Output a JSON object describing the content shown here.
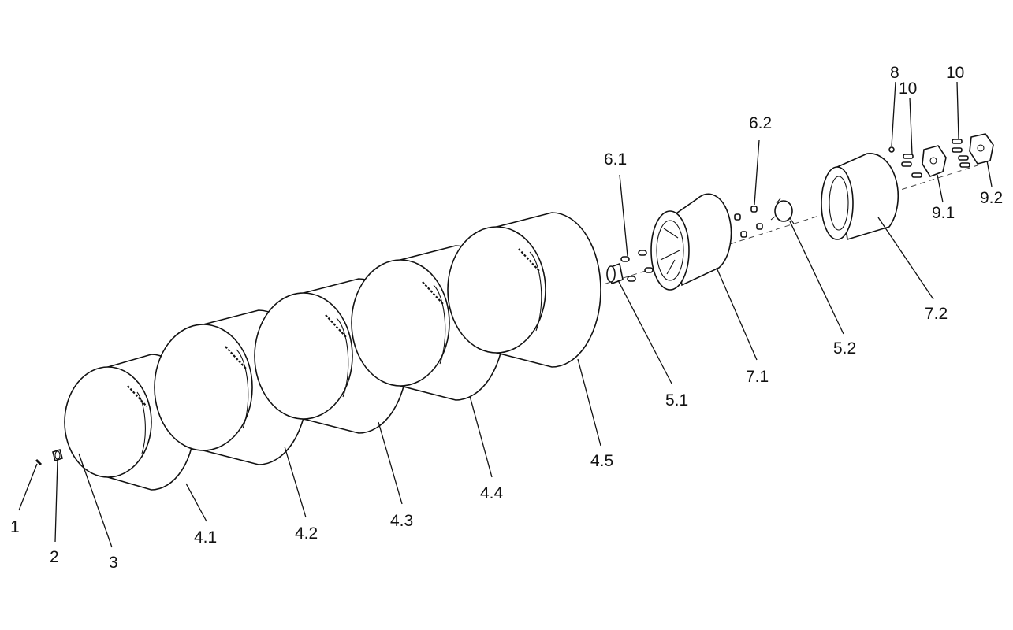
{
  "diagram": {
    "labels": {
      "p1": "1",
      "p2": "2",
      "p3": "3",
      "p4_1": "4.1",
      "p4_2": "4.2",
      "p4_3": "4.3",
      "p4_4": "4.4",
      "p4_5": "4.5",
      "p5_1": "5.1",
      "p5_2": "5.2",
      "p6_1": "6.1",
      "p6_2": "6.2",
      "p7_1": "7.1",
      "p7_2": "7.2",
      "p8": "8",
      "p9_1": "9.1",
      "p9_2": "9.2",
      "p10a": "10",
      "p10b": "10"
    }
  }
}
